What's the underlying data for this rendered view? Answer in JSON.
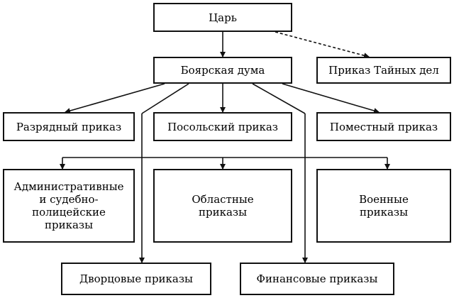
{
  "nodes": {
    "tsar": "Царь",
    "boyar_duma": "Боярская дума",
    "secret_affairs": "Приказ Тайных дел",
    "razryad": "Разрядный приказ",
    "posolsky": "Посольский приказ",
    "pomestny": "Поместный приказ",
    "administrative": "Административные\nи судебно-\nполицейские\nприказы",
    "regional": "Областные\nприказы",
    "military": "Военные\nприказы",
    "palace": "Дворцовые приказы",
    "financial": "Финансовые приказы"
  }
}
